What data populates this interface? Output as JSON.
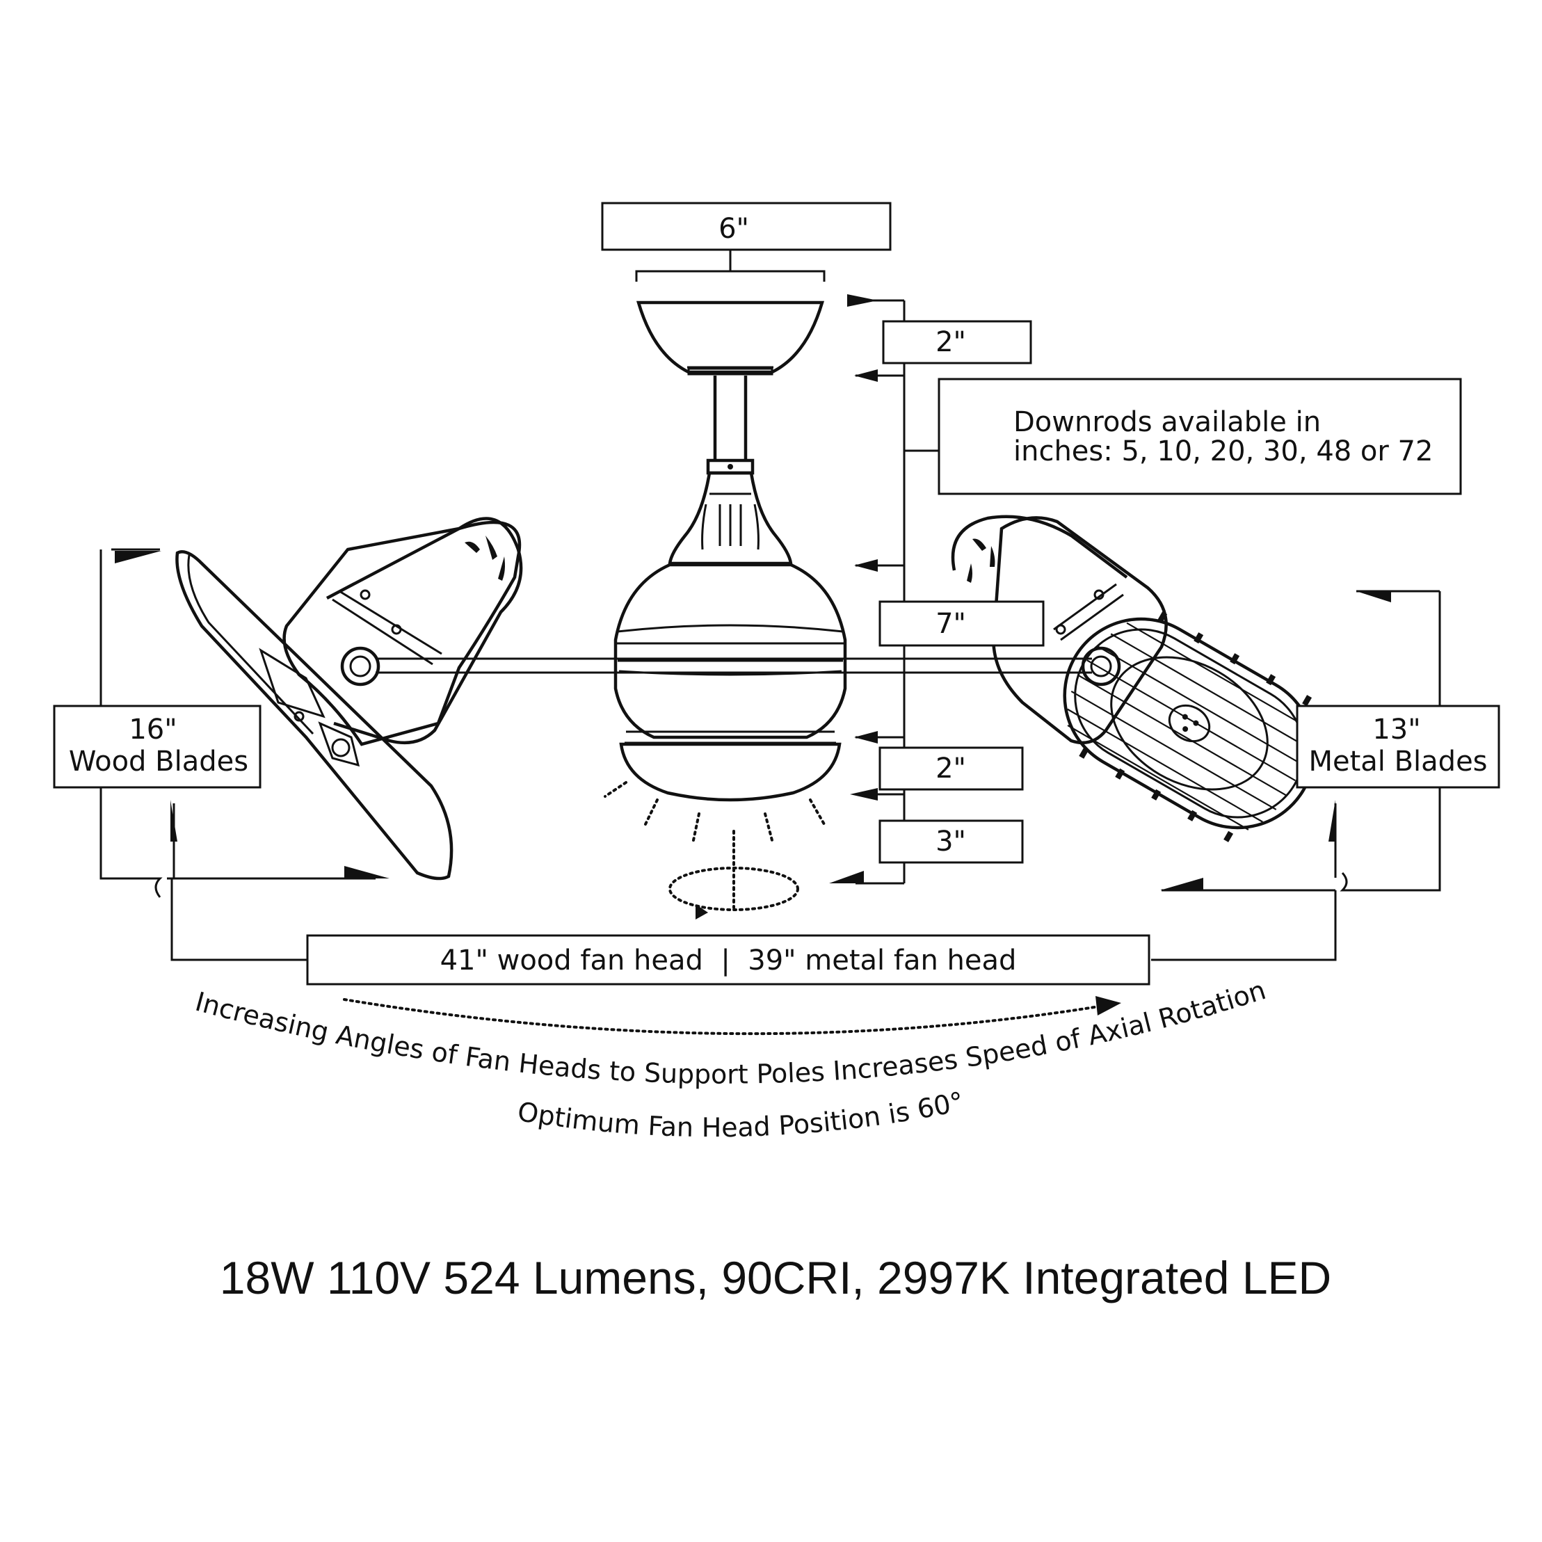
{
  "dimensions": {
    "canopy_width": "6\"",
    "canopy_height": "2\"",
    "downrod_note_line1": "Downrods available in",
    "downrod_note_line2": "inches: 5, 10, 20, 30, 48 or 72",
    "motor_height": "7\"",
    "light_height": "2\"",
    "rotation_height": "3\"",
    "wood_blade_size": "16\"",
    "wood_blade_label": "Wood Blades",
    "metal_blade_size": "13\"",
    "metal_blade_label": "Metal Blades",
    "fan_head_span": "41\" wood fan head  |  39\" metal fan head"
  },
  "rotation_note": "Increasing Angles of Fan Heads to Support Poles Increases Speed of Axial Rotation",
  "optimum_note": "Optimum Fan Head Position is 60°",
  "spec_line": "18W 110V 524 Lumens, 90CRI, 2997K Integrated LED",
  "colors": {
    "line": "#111111",
    "background": "#ffffff"
  }
}
